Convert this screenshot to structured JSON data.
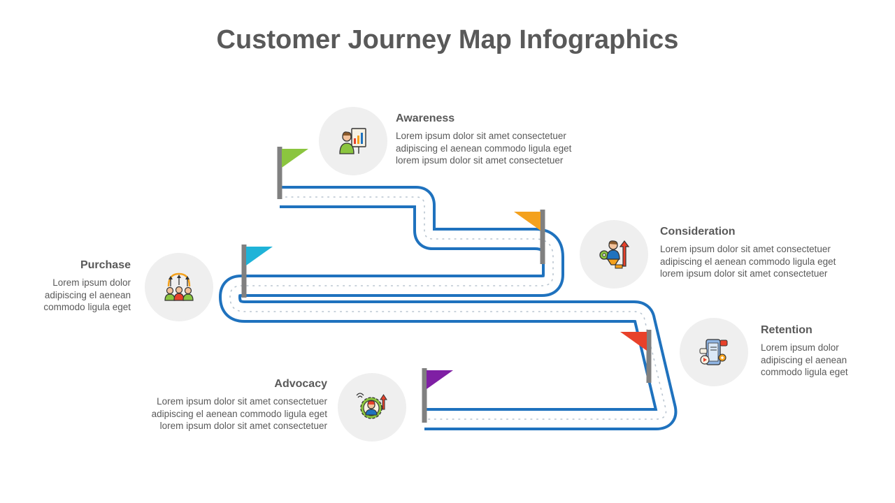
{
  "title": "Customer Journey Map Infographics",
  "colors": {
    "road": "#1f72be",
    "pole": "#808080",
    "circle": "#efefef",
    "text": "#595959"
  },
  "stages": [
    {
      "id": "awareness",
      "heading": "Awareness",
      "text": "Lorem ipsum dolor sit amet consectetuer\nadipiscing el aenean commodo ligula eget\nlorem ipsum dolor sit amet consectetuer",
      "flag_color": "#8bc53f",
      "icon": "presentation-person-icon"
    },
    {
      "id": "consideration",
      "heading": "Consideration",
      "text": "Lorem ipsum dolor sit amet consectetuer\nadipiscing el aenean commodo ligula eget\nlorem ipsum dolor sit amet consectetuer",
      "flag_color": "#f4a11d",
      "icon": "person-growth-gear-icon"
    },
    {
      "id": "purchase",
      "heading": "Purchase",
      "text": "Lorem ipsum dolor\nadipiscing el aenean\ncommodo ligula eget",
      "flag_color": "#1fb3d8",
      "icon": "team-goal-arrows-icon"
    },
    {
      "id": "retention",
      "heading": "Retention",
      "text": "Lorem ipsum dolor\nadipiscing el aenean\ncommodo ligula eget",
      "flag_color": "#e8412a",
      "icon": "mobile-engagement-icon"
    },
    {
      "id": "advocacy",
      "heading": "Advocacy",
      "text": "Lorem ipsum dolor sit amet consectetuer\nadipiscing el aenean commodo ligula eget\nlorem ipsum dolor sit amet consectetuer",
      "flag_color": "#7f1fa4",
      "icon": "advocate-gear-icon"
    }
  ]
}
